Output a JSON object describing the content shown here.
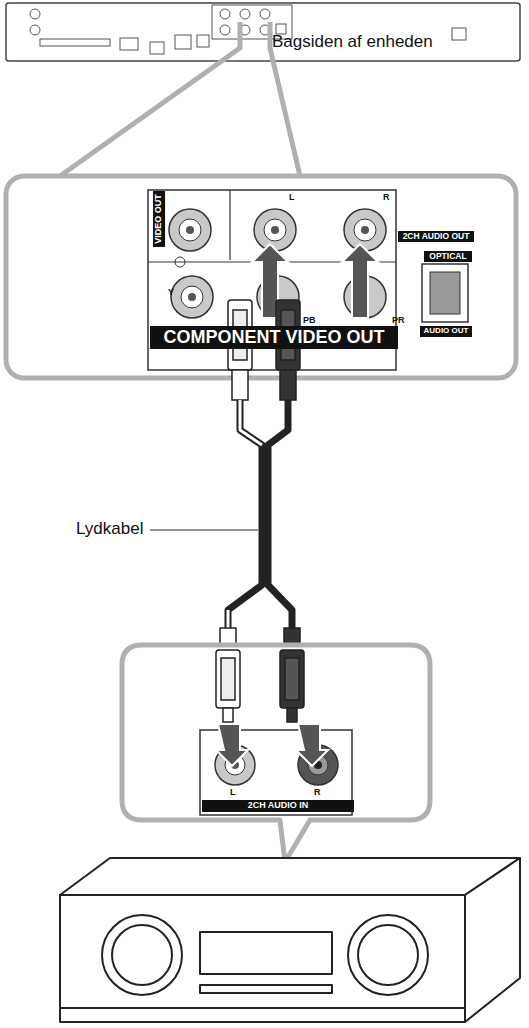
{
  "diagram": {
    "labels": [
      "Bagsiden af enheden",
      "VIDEO OUT",
      "L",
      "R",
      "2CH AUDIO OUT",
      "OPTICAL",
      "Y",
      "PB",
      "PR",
      "COMPONENT VIDEO OUT",
      "AUDIO OUT",
      "Lydkabel",
      "L",
      "R",
      "2CH AUDIO IN"
    ]
  }
}
